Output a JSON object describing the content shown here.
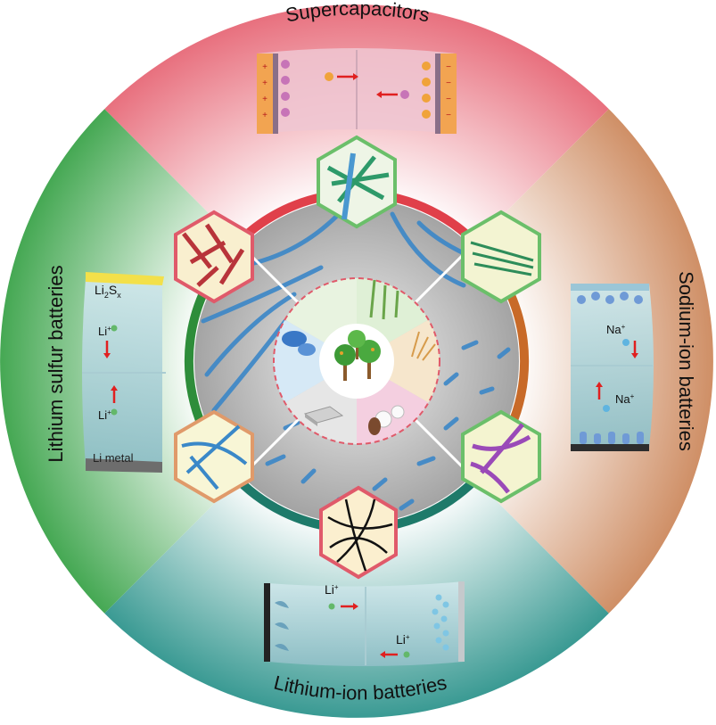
{
  "sectors": {
    "top": {
      "label": "Supercapacitors",
      "color": "#e8707e"
    },
    "right": {
      "label": "Sodium-ion batteries",
      "color": "#d99f7c"
    },
    "bottom": {
      "label": "Lithium-ion batteries",
      "color": "#4fa6a0"
    },
    "left": {
      "label": "Lithium sulfur batteries",
      "color": "#55b161"
    }
  },
  "cells": {
    "supercap": {
      "plus": "+",
      "minus": "−"
    },
    "sodium": {
      "ion_top": "Na",
      "ion_top_sup": "+",
      "ion_bottom": "Na",
      "ion_bottom_sup": "+"
    },
    "lithium_ion": {
      "ion_top": "Li",
      "ion_top_sup": "+",
      "ion_bottom": "Li",
      "ion_bottom_sup": "+"
    },
    "lis": {
      "cathode_main": "Li",
      "cathode_sub": "2",
      "cathode_s": "S",
      "cathode_x": "x",
      "ion_top": "Li",
      "ion_top_sup": "+",
      "ion_bottom": "Li",
      "ion_bottom_sup": "+",
      "anode": "Li metal"
    }
  },
  "ring_colors": {
    "red": "#e0404a",
    "orange": "#c86a28",
    "green": "#2e8d3a",
    "teal": "#1e7a6a"
  },
  "icons": [
    "trees-icon",
    "bamboo-icon",
    "wheat-icon",
    "cotton-icon",
    "paper-icon",
    "fungus-icon"
  ]
}
